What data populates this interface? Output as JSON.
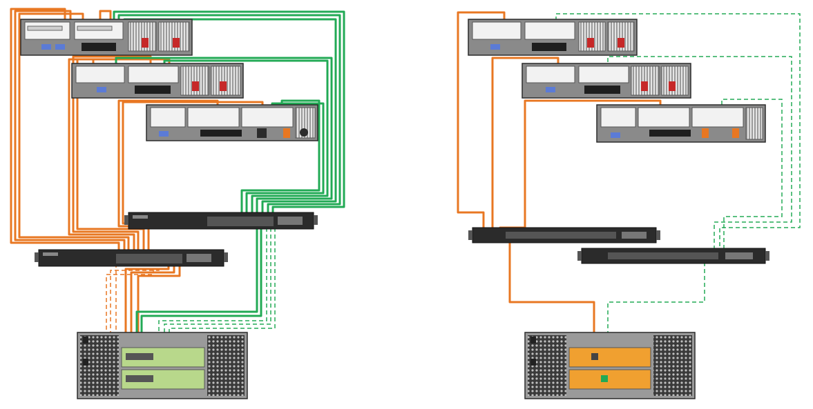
{
  "colors": {
    "orange": "#e87722",
    "green": "#22aa55",
    "chassis_dark": "#2b2b2b",
    "chassis_mid": "#7d7d7d",
    "chassis_light": "#d9d9d9",
    "psu_red": "#c62828",
    "port_blue": "#5b7bd6",
    "controller_green": "#b8d88b",
    "controller_orange": "#f0a030"
  },
  "icons": [
    "rack-server",
    "network-switch",
    "storage-enclosure",
    "cable"
  ]
}
